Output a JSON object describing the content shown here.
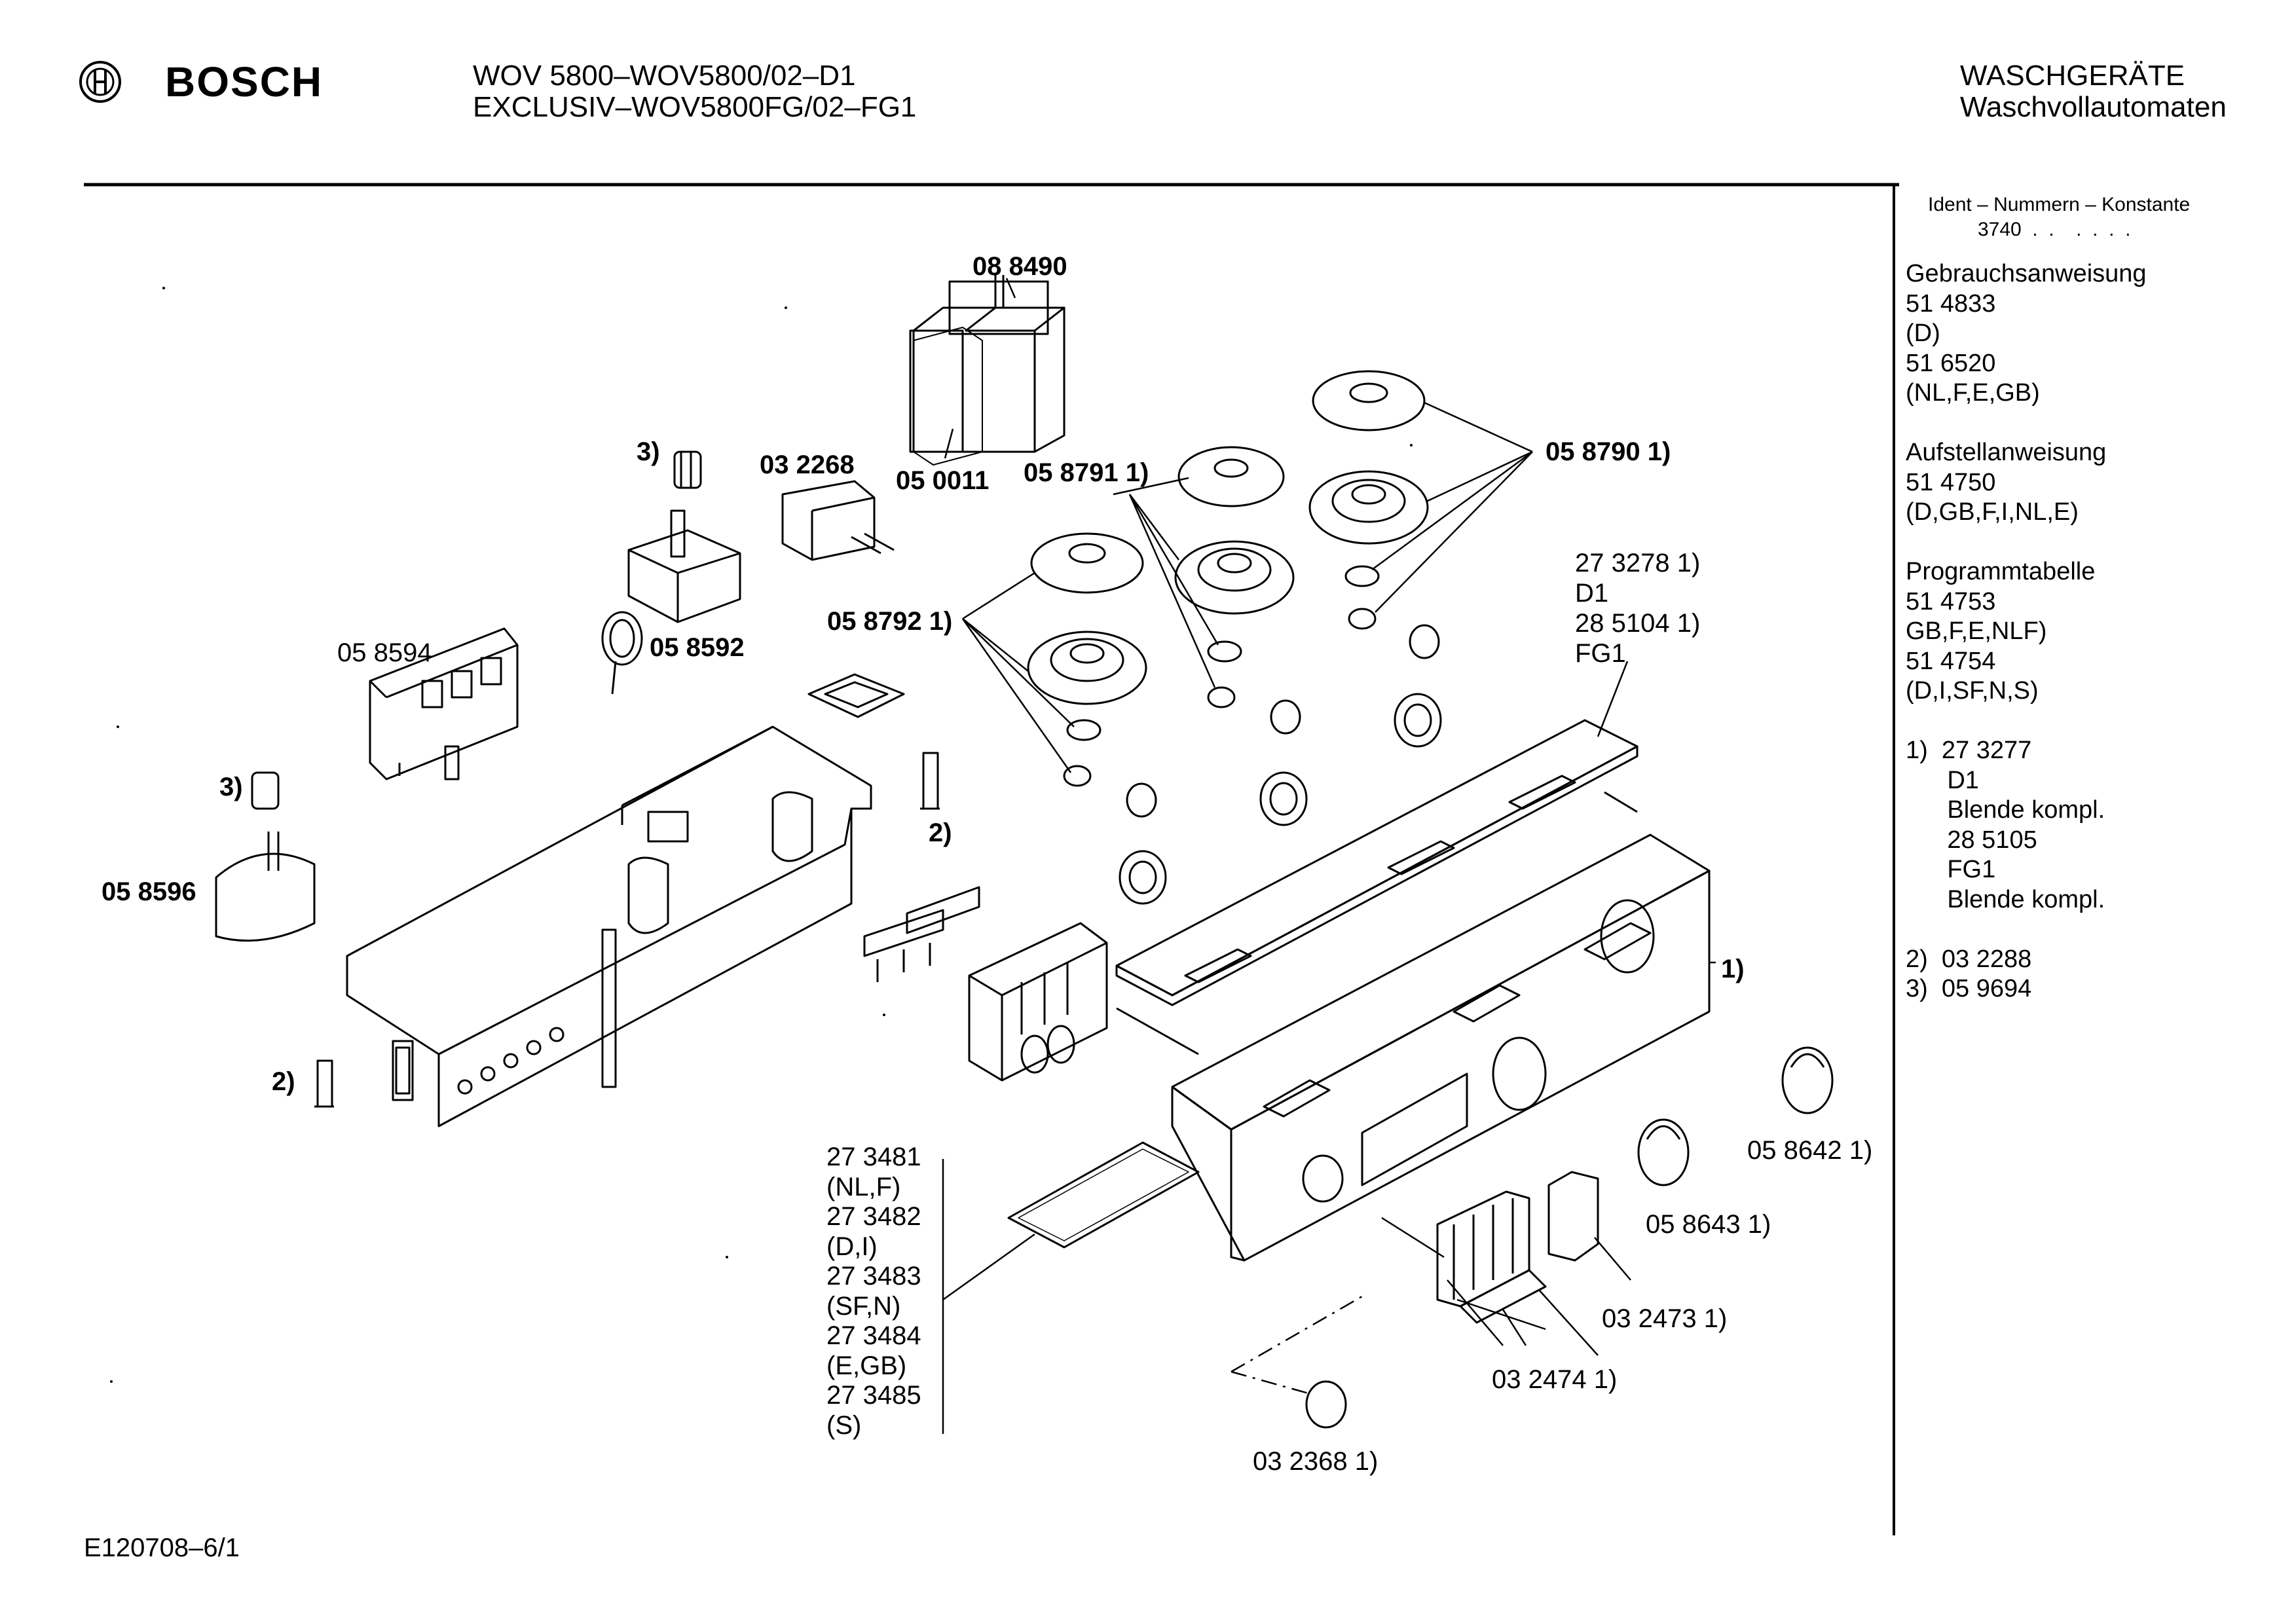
{
  "header": {
    "brand": "BOSCH",
    "model_line1": "WOV 5800–WOV5800/02–D1",
    "model_line2": "EXCLUSIV–WOV5800FG/02–FG1",
    "category_line1": "WASCHGERÄTE",
    "category_line2": "Waschvollautomaten"
  },
  "footer": {
    "doc_id": "E120708–6/1"
  },
  "sidebar": {
    "ident_title": "Ident – Nummern – Konstante",
    "ident_value": "3740  .  .    .  .  .  .",
    "lines": [
      "Gebrauchsanweisung",
      "51 4833",
      "(D)",
      "51 6520",
      "(NL,F,E,GB)",
      "",
      "Aufstellanweisung",
      "51 4750",
      "(D,GB,F,I,NL,E)",
      "",
      "Programmtabelle",
      "51 4753",
      "GB,F,E,NLF)",
      "51 4754",
      "(D,I,SF,N,S)",
      "",
      "1)  27 3277",
      "      D1",
      "      Blende kompl.",
      "      28 5105",
      "      FG1",
      "      Blende kompl.",
      "",
      "2)  03 2288",
      "3)  05 9694"
    ]
  },
  "labels": {
    "p088490": "08 8490",
    "p050011": "05 0011",
    "p032268": "03 2268",
    "n3a": "3)",
    "p058791": "05 8791 1)",
    "p058790": "05 8790 1)",
    "p058792": "05 8792 1)",
    "p058594": "05 8594",
    "p058592": "05 8592",
    "p273278": "27 3278 1)",
    "d1": "D1",
    "p285104": "28 5104 1)",
    "fg1": "FG1",
    "n3b": "3)",
    "p058596": "05 8596",
    "n2a": "2)",
    "n2b": "2)",
    "n1": "1)",
    "p058642": "05 8642 1)",
    "p058643": "05 8643 1)",
    "p032473": "03 2473 1)",
    "p032474": "03 2474 1)",
    "p032368": "03 2368 1)",
    "overlay_list": [
      "27 3481",
      "(NL,F)",
      "27 3482",
      "(D,I)",
      "27 3483",
      "(SF,N)",
      "27 3484",
      "(E,GB)",
      "27 3485",
      "(S)"
    ]
  }
}
